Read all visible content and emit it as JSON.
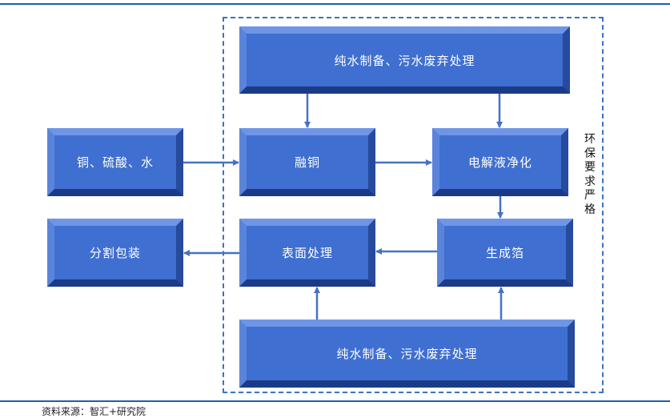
{
  "source": "资料来源：智汇+研究院",
  "side_label": "环保要求严格",
  "nodes": {
    "water_top": "纯水制备、污水废弃处理",
    "raw_materials": "铜、硫酸、水",
    "melt_copper": "融铜",
    "electrolyte": "电解液净化",
    "cut_pack": "分割包装",
    "surface": "表面处理",
    "foil": "生成箔",
    "water_bottom": "纯水制备、污水废弃处理"
  },
  "colors": {
    "box_fill": "#3f6fd0",
    "arrow": "#4472c4",
    "rule": "#1f5eac",
    "dashed_border": "#3a72c6"
  }
}
